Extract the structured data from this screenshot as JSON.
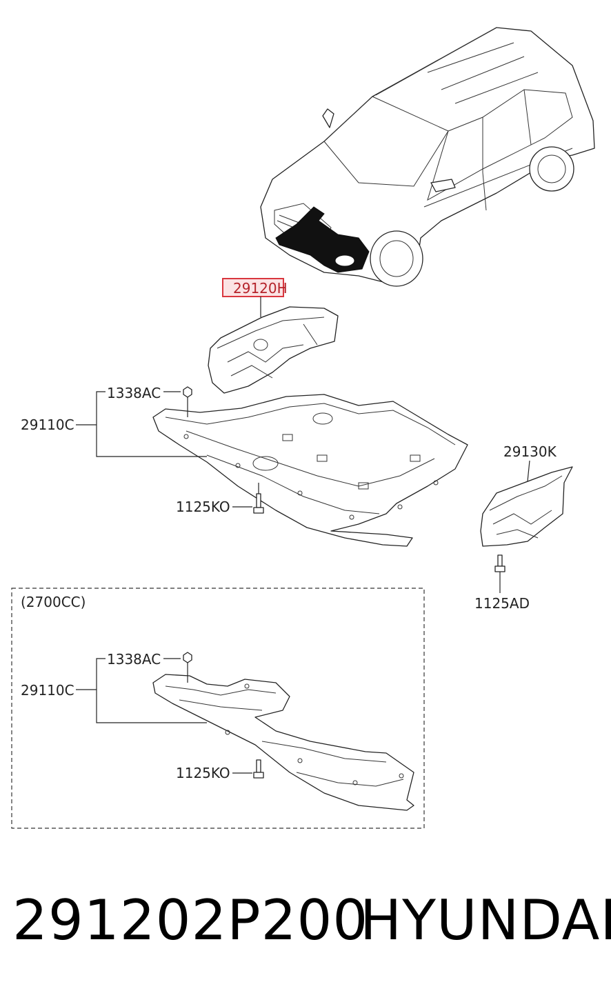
{
  "callouts": {
    "highlighted": "29120H",
    "cover_main": "29110C",
    "nut_main": "1338AC",
    "bolt_main": "1125KO",
    "side_cover": "29130K",
    "side_bolt": "1125AD",
    "variant_note": "(2700CC)",
    "cover_variant": "29110C",
    "nut_variant": "1338AC",
    "bolt_variant": "1125KO"
  },
  "footer": {
    "part_number": "291202P200",
    "brand": "HYUNDAI"
  },
  "colors": {
    "highlight_border": "#d9363e",
    "highlight_fill": "#fbe3e4",
    "ink": "#222222"
  }
}
